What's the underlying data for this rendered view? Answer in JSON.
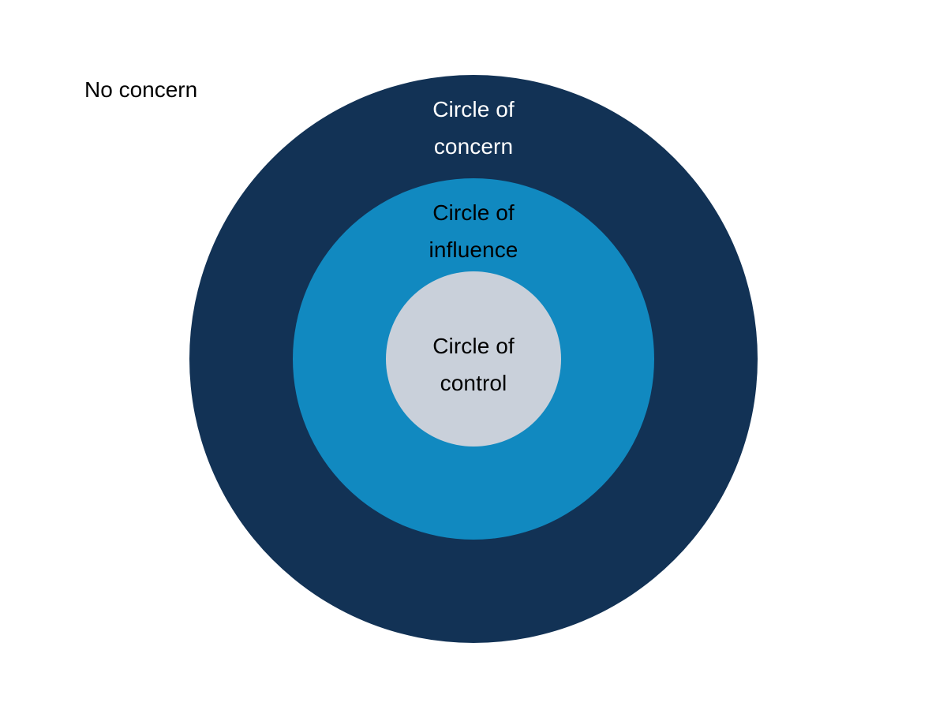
{
  "diagram": {
    "type": "concentric-circles",
    "background_color": "#ffffff",
    "outside_label": {
      "text": "No concern",
      "color": "#000000"
    },
    "rings": [
      {
        "id": "concern",
        "label": "Circle of\nconcern",
        "fill_color": "#123255",
        "text_color": "#ffffff",
        "diameter": 720
      },
      {
        "id": "influence",
        "label": "Circle of\ninfluence",
        "fill_color": "#1189c0",
        "text_color": "#000000",
        "diameter": 458
      },
      {
        "id": "control",
        "label": "Circle of\ncontrol",
        "fill_color": "#c9d0da",
        "text_color": "#000000",
        "diameter": 222
      }
    ]
  }
}
